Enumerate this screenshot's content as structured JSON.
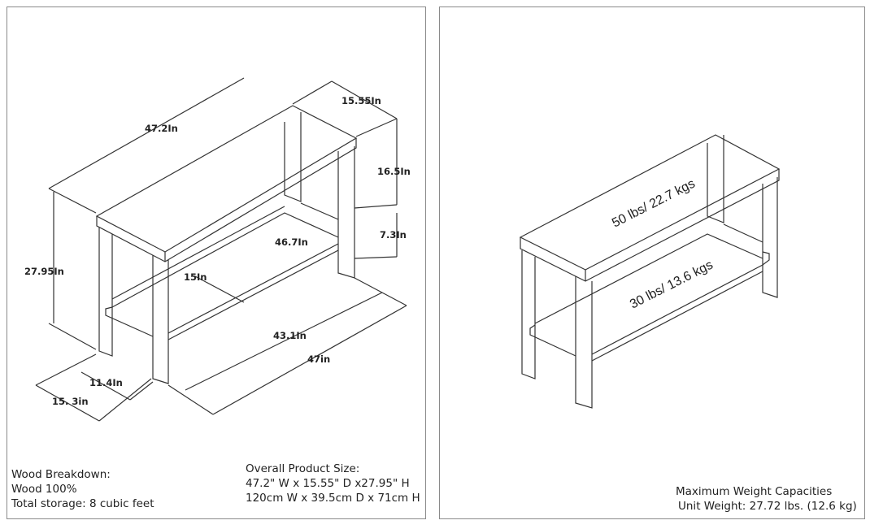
{
  "left_panel": {
    "dimensions": {
      "width_top": "47.2In",
      "depth_top": "15.55In",
      "upper_clearance": "16.5In",
      "shelf_height": "7.3In",
      "total_height": "27.95In",
      "shelf_width": "46.7In",
      "shelf_depth": "15In",
      "inner_width": "43.1In",
      "base_width": "47in",
      "inner_depth": "11.4In",
      "base_depth": "15. 3in"
    },
    "wood_info": {
      "title": "Wood Breakdown:",
      "composition": "Wood 100%",
      "storage": "Total storage: 8 cubic feet"
    },
    "size_info": {
      "title": "Overall Product Size:",
      "imperial": "47.2\" W x 15.55\" D x27.95\" H",
      "metric": "120cm W x 39.5cm D x 71cm H"
    }
  },
  "right_panel": {
    "top_capacity": "50 lbs/ 22.7 kgs",
    "shelf_capacity": "30 lbs/ 13.6 kgs",
    "title": "Maximum Weight Capacities",
    "unit_weight": "Unit Weight: 27.72 lbs. (12.6 kg)"
  }
}
